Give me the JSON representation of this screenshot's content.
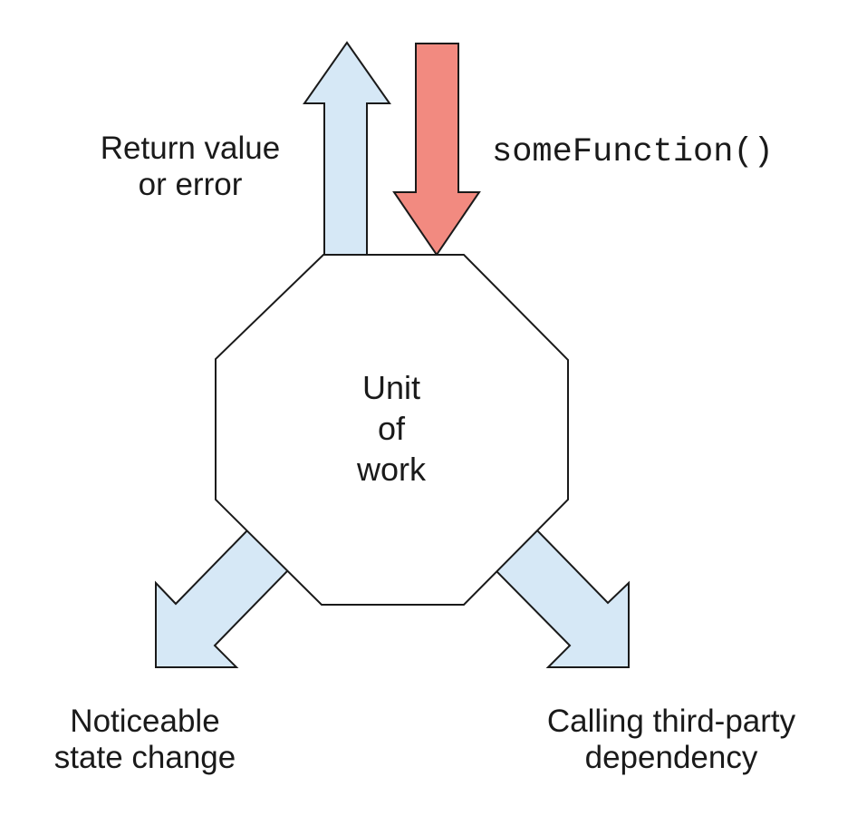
{
  "diagram": {
    "center_node": {
      "label_lines": [
        "Unit",
        "of",
        "work"
      ]
    },
    "inputs": [
      {
        "label": "someFunction()",
        "color": "#f28a80"
      }
    ],
    "outputs": [
      {
        "label_lines": [
          "Return value",
          "or error"
        ],
        "color": "#d6e8f6"
      },
      {
        "label_lines": [
          "Noticeable",
          "state change"
        ],
        "color": "#d6e8f6"
      },
      {
        "label_lines": [
          "Calling third-party",
          "dependency"
        ],
        "color": "#d6e8f6"
      }
    ],
    "colors": {
      "stroke": "#1a1a1a",
      "output_fill": "#d6e8f6",
      "input_fill": "#f28a80",
      "node_fill": "#ffffff"
    }
  }
}
